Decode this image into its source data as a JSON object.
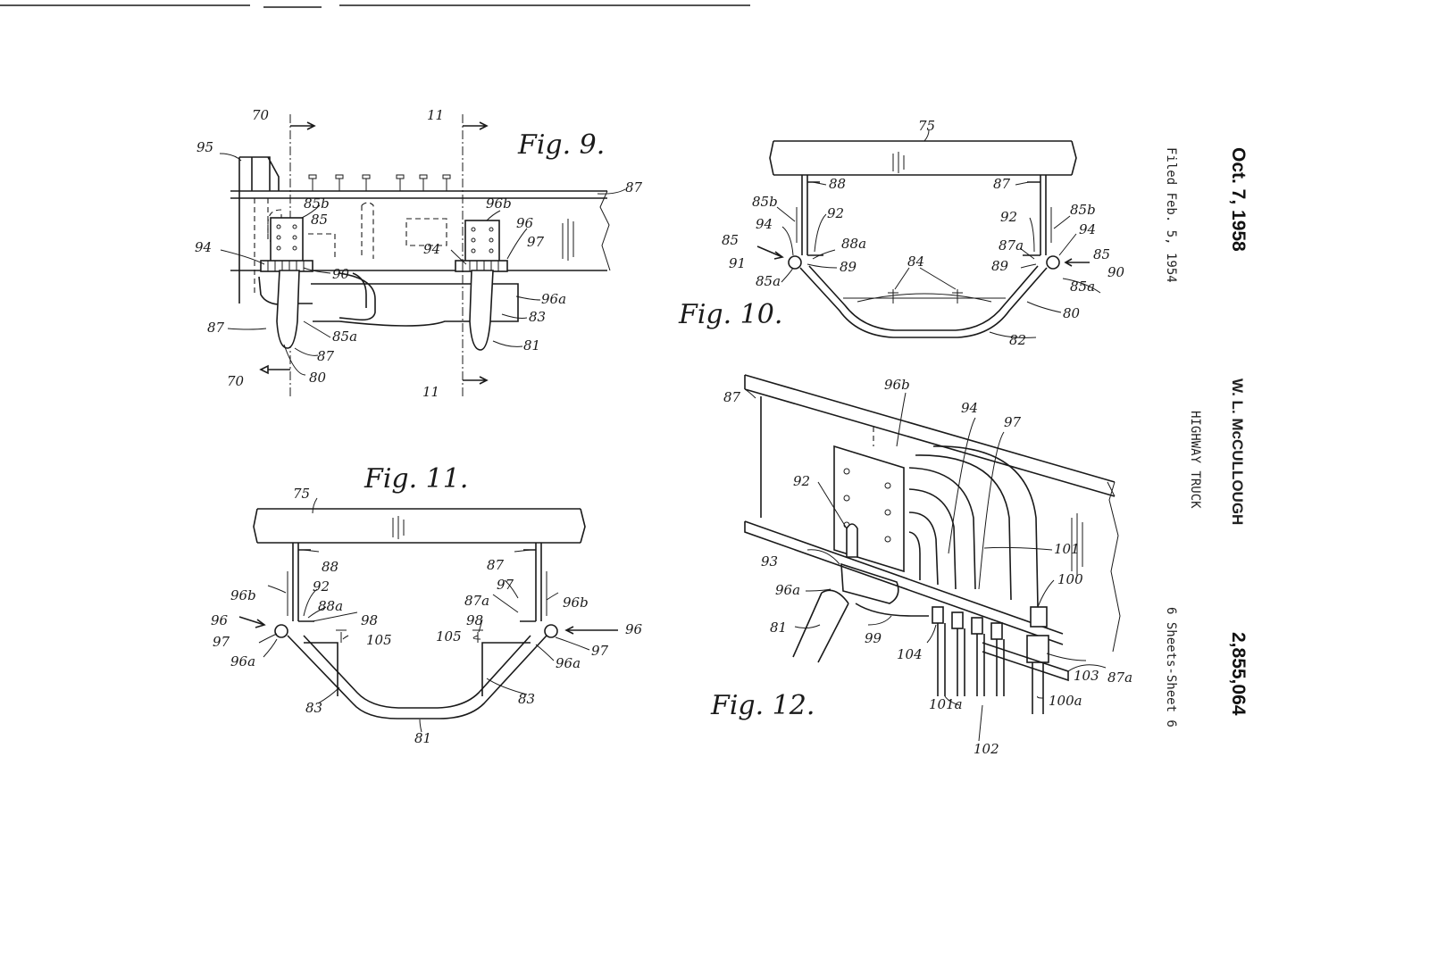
{
  "header": {
    "date": "Oct. 7, 1958",
    "patent_number": "2,855,064",
    "filed": "Filed Feb. 5, 1954",
    "inventor": "W. L. McCULLOUGH",
    "title": "HIGHWAY TRUCK",
    "sheets": "6 Sheets-Sheet 6"
  },
  "figures": {
    "fig9": {
      "title": "Fig. 9.",
      "labels": [
        "70",
        "70",
        "11",
        "11",
        "95",
        "87",
        "85b",
        "85",
        "96b",
        "96",
        "97",
        "94",
        "94",
        "90",
        "96a",
        "83",
        "81",
        "87",
        "87",
        "85a",
        "80"
      ]
    },
    "fig10": {
      "title": "Fig. 10.",
      "labels": [
        "75",
        "88",
        "87",
        "85b",
        "94",
        "92",
        "88a",
        "85",
        "91",
        "85a",
        "89",
        "84",
        "92",
        "87a",
        "85b",
        "94",
        "89",
        "85",
        "90",
        "85a",
        "80",
        "82"
      ]
    },
    "fig11": {
      "title": "Fig. 11.",
      "labels": [
        "75",
        "88",
        "87",
        "96b",
        "92",
        "88a",
        "96",
        "98",
        "97",
        "96a",
        "105",
        "97",
        "87a",
        "96b",
        "98",
        "105",
        "96",
        "97",
        "96a",
        "83",
        "83",
        "81"
      ]
    },
    "fig12": {
      "title": "Fig. 12.",
      "labels": [
        "87",
        "96b",
        "94",
        "97",
        "92",
        "101",
        "100",
        "93",
        "96a",
        "81",
        "99",
        "104",
        "103",
        "87a",
        "101a",
        "100a",
        "102"
      ]
    }
  }
}
